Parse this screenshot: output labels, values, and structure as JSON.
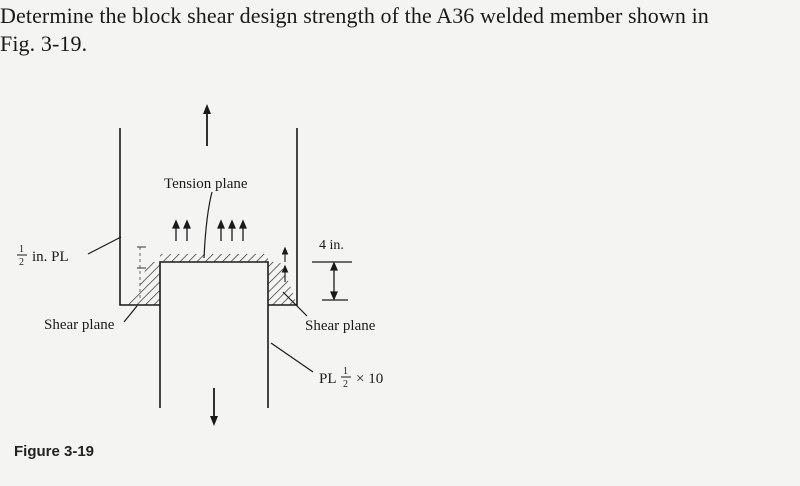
{
  "problem": {
    "text": "Determine the block shear design strength of the A36 welded member shown in\nFig. 3-19."
  },
  "figure": {
    "labels": {
      "tension_plane": "Tension plane",
      "dimension": "4 in.",
      "plate_left_prefix": "in. PL",
      "plate_left_fraction_num": "1",
      "plate_left_fraction_den": "2",
      "shear_plane_left": "Shear plane",
      "shear_plane_right": "Shear plane",
      "plate_member_prefix": "PL",
      "plate_member_fraction_num": "1",
      "plate_member_fraction_den": "2",
      "plate_member_suffix": "× 10"
    },
    "caption": "Figure 3-19"
  }
}
